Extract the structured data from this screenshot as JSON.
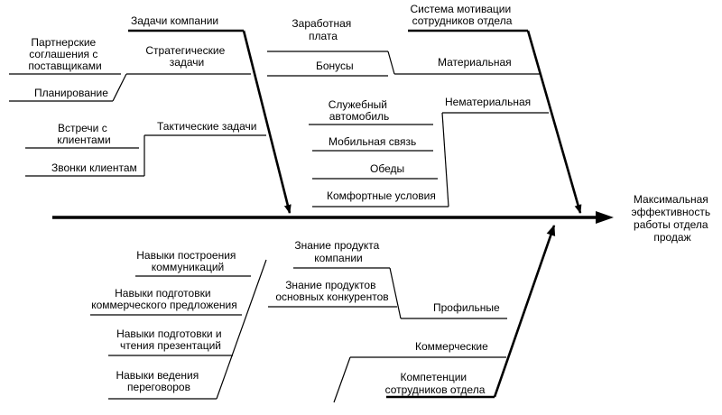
{
  "effect": {
    "lines": [
      "Максимальная",
      "эффективность",
      "работы отдела",
      "продаж"
    ]
  },
  "top_left": {
    "main": "Задачи компании",
    "strategic": {
      "label": [
        "Стратегические",
        "задачи"
      ],
      "partner": [
        "Партнерские",
        "соглашения с",
        "поставщиками"
      ],
      "planning": "Планирование"
    },
    "tactical": {
      "label": "Тактические задачи",
      "meetings": [
        "Встречи с",
        "клиентами"
      ],
      "calls": "Звонки клиентам"
    }
  },
  "top_right": {
    "main": [
      "Система мотивации",
      "сотрудников отдела"
    ],
    "material": {
      "label": "Материальная",
      "salary": [
        "Заработная",
        "плата"
      ],
      "bonuses": "Бонусы"
    },
    "nonmaterial": {
      "label": "Нематериальная",
      "car": [
        "Служебный",
        "автомобиль"
      ],
      "mobile": "Мобильная связь",
      "lunch": "Обеды",
      "comfort": "Комфортные условия"
    }
  },
  "bottom": {
    "main": [
      "Компетенции",
      "сотрудников отдела"
    ],
    "commercial": {
      "label": "Коммерческие",
      "communication": [
        "Навыки построения",
        "коммуникаций"
      ],
      "proposal": [
        "Навыки подготовки",
        "коммерческого предложения"
      ],
      "presentation": [
        "Навыки подготовки и",
        "чтения презентаций"
      ],
      "negotiation": [
        "Навыки ведения",
        "переговоров"
      ]
    },
    "profile": {
      "label": "Профильные",
      "product": [
        "Знание продукта",
        "компании"
      ],
      "competitors": [
        "Знание продуктов",
        "основных конкурентов"
      ]
    }
  }
}
